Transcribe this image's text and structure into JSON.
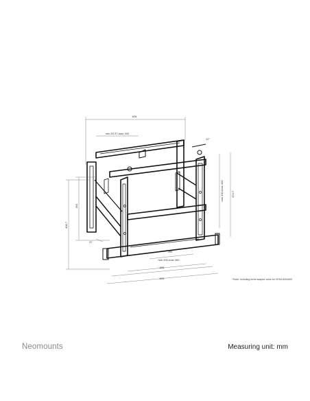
{
  "brand": {
    "name": "Neomounts"
  },
  "footer": {
    "measuring_unit": "Measuring unit: mm"
  },
  "note": "*Note: Including three adaptor arms for VESA 600x600",
  "dimensions": {
    "overall_width": "626",
    "arm_range": "min 83.37-max 200",
    "tilt_angle": "12°",
    "height_left_1": "394",
    "height_left_2": "408.7",
    "offset_small": "37",
    "vertical_right": "min 200-max 400",
    "height_right": "474.7",
    "vesa_min": "200",
    "vesa_range": "min 200-max 400",
    "rail_width": "606",
    "total_width": "620"
  }
}
